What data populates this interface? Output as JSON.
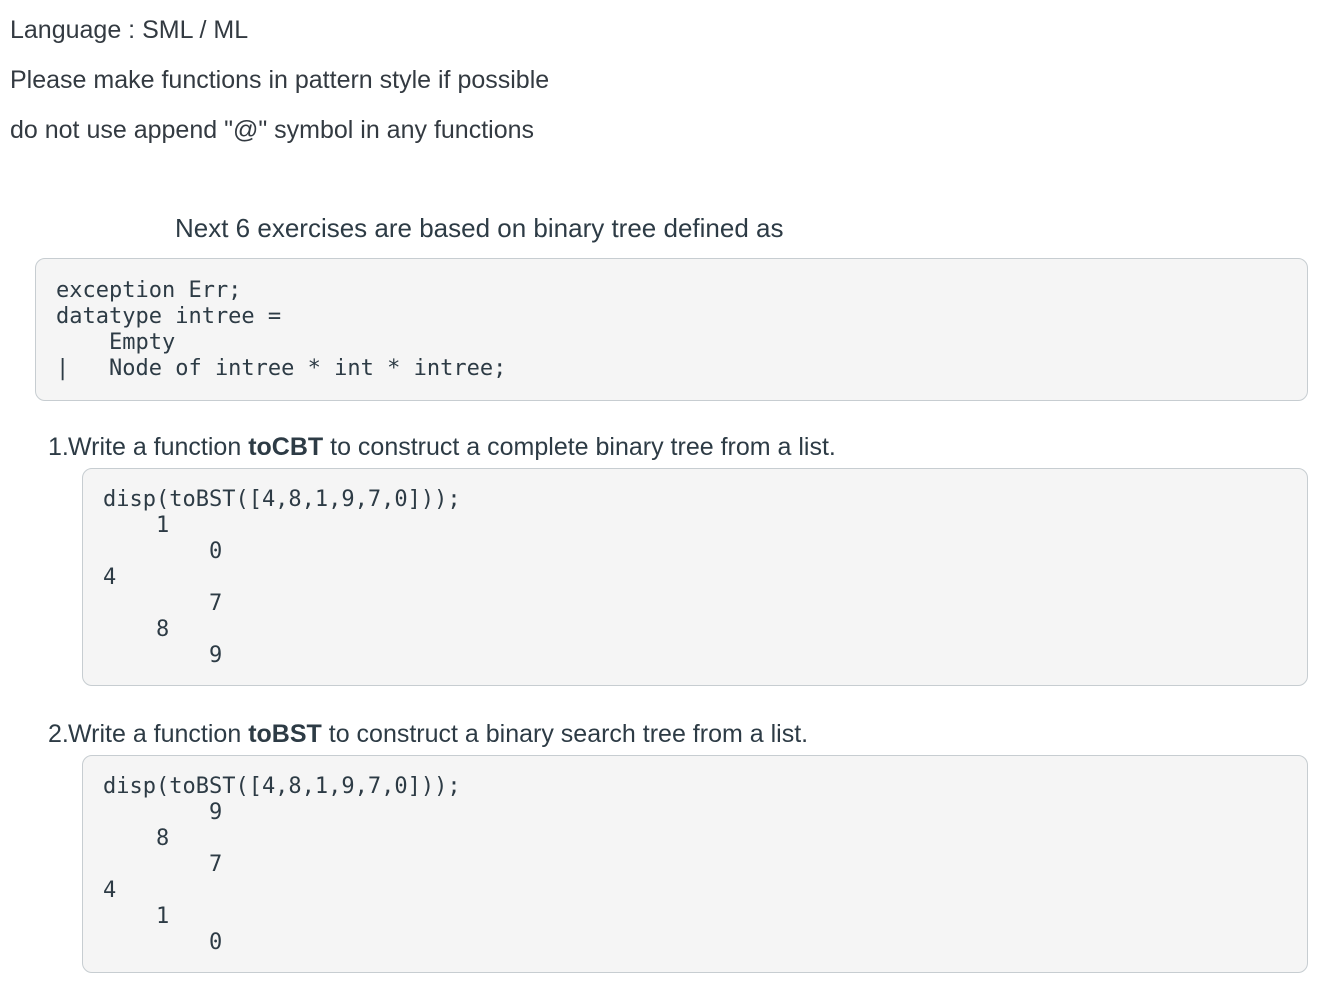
{
  "intro": {
    "lines": [
      "Language : SML / ML",
      "Please make functions in pattern style if possible",
      "do not use append \"@\" symbol in any functions"
    ]
  },
  "section": {
    "heading": "Next 6 exercises are based on binary tree defined as",
    "definition_code": "exception Err;\ndatatype intree =\n    Empty\n|   Node of intree * int * intree;"
  },
  "exercises": [
    {
      "number": "1.",
      "prompt_before": "Write a function ",
      "function_name": "toCBT",
      "prompt_after": " to construct a complete binary tree from a list.",
      "code": "disp(toBST([4,8,1,9,7,0]));\n    1\n        0\n4\n        7\n    8\n        9"
    },
    {
      "number": "2.",
      "prompt_before": "Write a function ",
      "function_name": "toBST",
      "prompt_after": " to construct a binary search tree from a list.",
      "code": "disp(toBST([4,8,1,9,7,0]));\n        9\n    8\n        7\n4\n    1\n        0"
    }
  ],
  "colors": {
    "text": "#2d3b45",
    "code_background": "#f5f5f5",
    "code_border": "#c7cdd1",
    "page_background": "#ffffff"
  }
}
